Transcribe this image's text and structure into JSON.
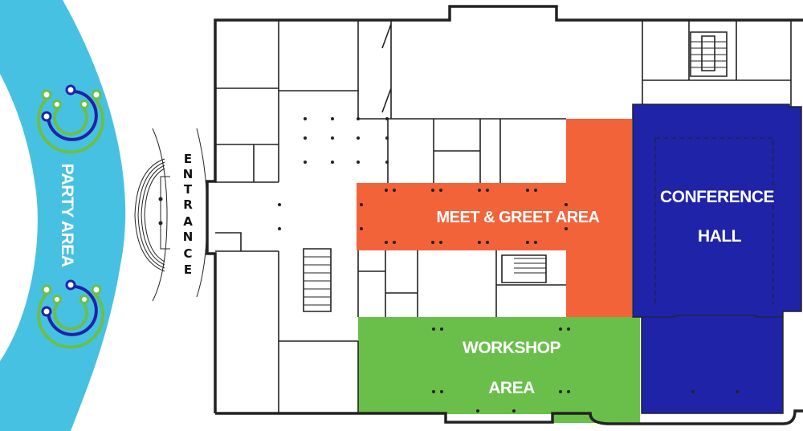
{
  "map": {
    "areas": {
      "party": {
        "label": "PARTY AREA",
        "color": "#47c1e1"
      },
      "meet_greet": {
        "label": "MEET & GREET AREA",
        "color": "#f2633a"
      },
      "workshop": {
        "label_line1": "WORKSHOP",
        "label_line2": "AREA",
        "color": "#6abf4b"
      },
      "conference": {
        "label_line1": "CONFERENCE",
        "label_line2": "HALL",
        "color": "#1e23a8"
      }
    },
    "entrance": {
      "letters": [
        "E",
        "N",
        "T",
        "R",
        "A",
        "N",
        "C",
        "E"
      ],
      "label": "ENTRANCE"
    },
    "logo": {
      "ring_color_outer": "#6abf4b",
      "ring_color_inner": "#1e23a8"
    }
  }
}
